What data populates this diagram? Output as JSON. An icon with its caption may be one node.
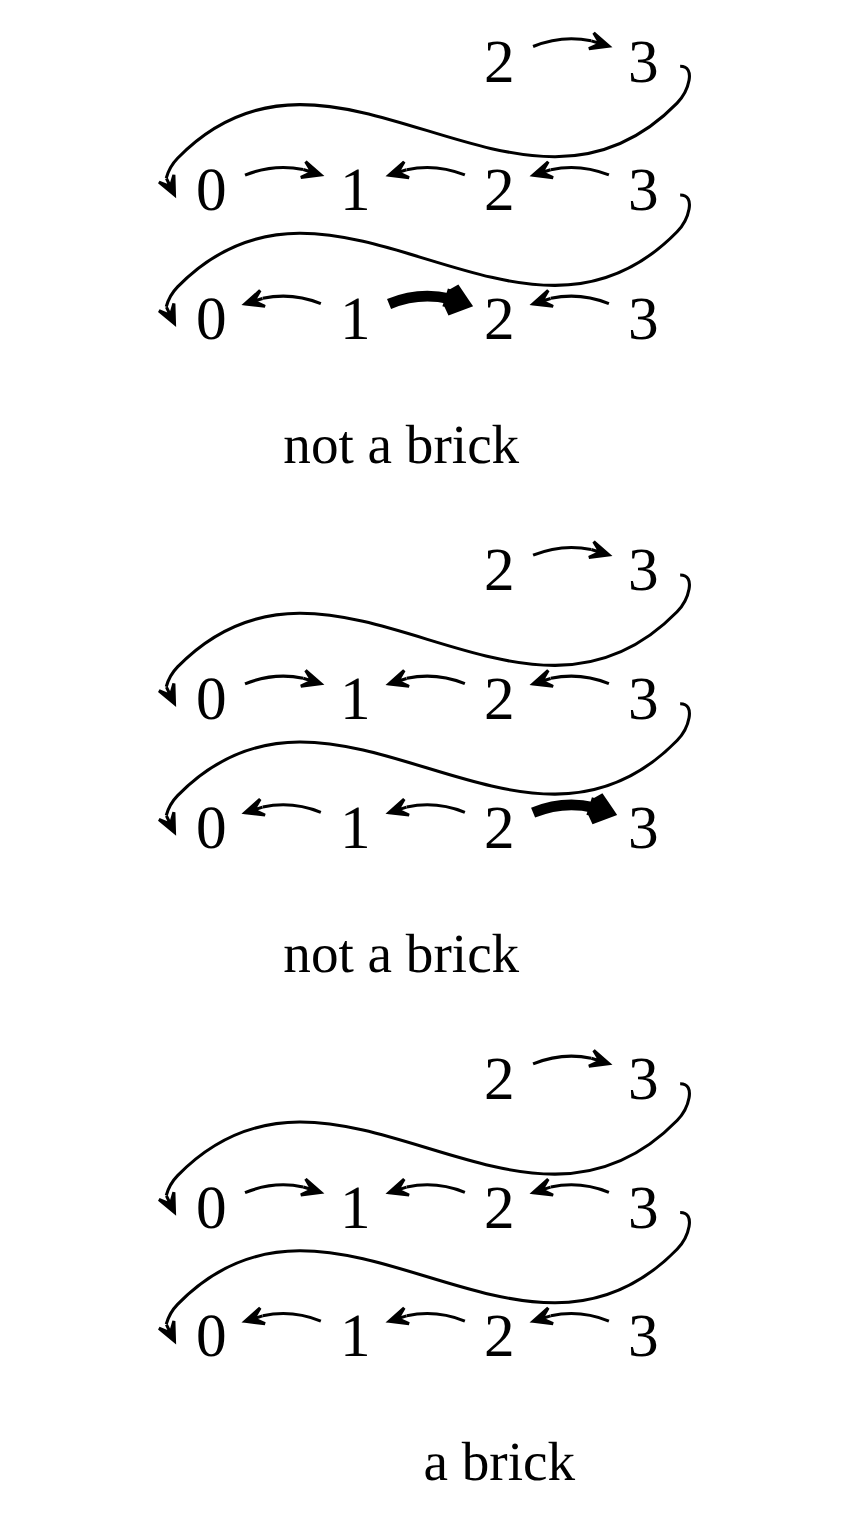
{
  "diagram": {
    "nodes": [
      {
        "text": [
          "2"
        ]
      },
      {
        "text": [
          "3"
        ]
      },
      {
        "text": [
          "0"
        ]
      },
      {
        "text": [
          "1"
        ]
      },
      {
        "text": [
          "2"
        ]
      },
      {
        "text": [
          "3"
        ]
      },
      {
        "text": [
          "0"
        ]
      },
      {
        "text": [
          "1"
        ]
      },
      {
        "text": [
          "2"
        ]
      },
      {
        "text": [
          "3"
        ]
      },
      {
        "text": [
          "2"
        ]
      },
      {
        "text": [
          "3"
        ]
      },
      {
        "text": [
          "0"
        ]
      },
      {
        "text": [
          "1"
        ]
      },
      {
        "text": [
          "2"
        ]
      },
      {
        "text": [
          "3"
        ]
      },
      {
        "text": [
          "0"
        ]
      },
      {
        "text": [
          "1"
        ]
      },
      {
        "text": [
          "2"
        ]
      },
      {
        "text": [
          "3"
        ]
      },
      {
        "text": [
          "2"
        ]
      },
      {
        "text": [
          "3"
        ]
      },
      {
        "text": [
          "0"
        ]
      },
      {
        "text": [
          "1"
        ]
      },
      {
        "text": [
          "2"
        ]
      },
      {
        "text": [
          "3"
        ]
      },
      {
        "text": [
          "0"
        ]
      },
      {
        "text": [
          "1"
        ]
      },
      {
        "text": [
          "2"
        ]
      },
      {
        "text": [
          "3"
        ]
      }
    ],
    "edges": [
      {
        "from": 0,
        "to": 1,
        "arrow": "to"
      },
      {
        "from": 1,
        "to": 2,
        "arrow": "to"
      },
      {
        "from": 2,
        "to": 3,
        "arrow": "to"
      },
      {
        "from": 4,
        "to": 3,
        "arrow": "to"
      },
      {
        "from": 5,
        "to": 4,
        "arrow": "to"
      },
      {
        "from": 5,
        "to": 6,
        "arrow": "to"
      },
      {
        "from": 7,
        "to": 6,
        "arrow": "to"
      },
      {
        "from": 7,
        "to": 8,
        "arrow": "to",
        "style": "thick"
      },
      {
        "from": 9,
        "to": 8,
        "arrow": "to"
      },
      {
        "from": 10,
        "to": 11,
        "arrow": "to"
      },
      {
        "from": 11,
        "to": 12,
        "arrow": "to"
      },
      {
        "from": 12,
        "to": 13,
        "arrow": "to"
      },
      {
        "from": 14,
        "to": 13,
        "arrow": "to"
      },
      {
        "from": 15,
        "to": 14,
        "arrow": "to"
      },
      {
        "from": 15,
        "to": 16,
        "arrow": "to"
      },
      {
        "from": 17,
        "to": 16,
        "arrow": "to"
      },
      {
        "from": 18,
        "to": 17,
        "arrow": "to"
      },
      {
        "from": 18,
        "to": 19,
        "arrow": "to",
        "style": "thick"
      },
      {
        "from": 20,
        "to": 21,
        "arrow": "to"
      },
      {
        "from": 21,
        "to": 22,
        "arrow": "to"
      },
      {
        "from": 22,
        "to": 23,
        "arrow": "to"
      },
      {
        "from": 24,
        "to": 23,
        "arrow": "to"
      },
      {
        "from": 25,
        "to": 24,
        "arrow": "to"
      },
      {
        "from": 25,
        "to": 26,
        "arrow": "to"
      },
      {
        "from": 27,
        "to": 26,
        "arrow": "to"
      },
      {
        "from": 28,
        "to": 27,
        "arrow": "to"
      },
      {
        "from": 29,
        "to": 28,
        "arrow": "to"
      }
    ],
    "labels": [
      "not a brick",
      "not a brick",
      "a brick"
    ]
  }
}
